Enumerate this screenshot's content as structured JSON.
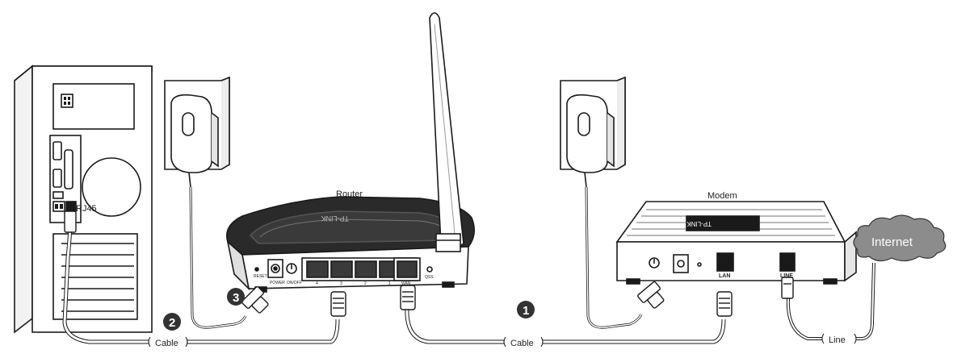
{
  "labels": {
    "router": "Router",
    "modem": "Modem",
    "internet": "Internet",
    "rj45": "RJ45",
    "cable_left": "Cable",
    "cable_right": "Cable",
    "line": "Line"
  },
  "steps": [
    "1",
    "2",
    "3"
  ],
  "brand": "TP-LINK",
  "router_ports": {
    "reset": "RESET",
    "power": "POWER",
    "on_off": "ON/OFF",
    "lan4": "4",
    "lan3": "3",
    "lan2": "2",
    "lan1": "1",
    "wan": "WAN",
    "qss": "QSS"
  },
  "modem_ports": {
    "lan": "LAN",
    "line": "LINE"
  },
  "colors": {
    "stroke": "#1a1a1a",
    "cloud_fill": "#8c8c8c",
    "step_badge": "#333333"
  }
}
